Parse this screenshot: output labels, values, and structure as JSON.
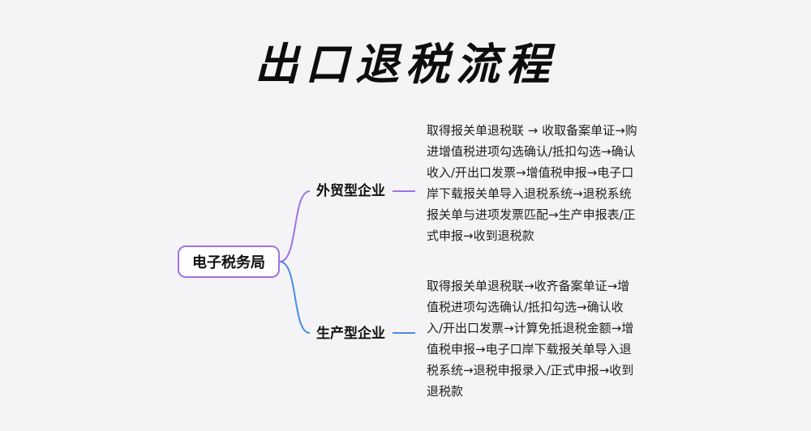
{
  "title": "出口退税流程",
  "root": {
    "label": "电子税务局"
  },
  "branches": [
    {
      "label": "外贸型企业",
      "color": "#9f72e6",
      "detail": "取得报关单退税联 → 收取备案单证→购进增值税进项勾选确认/抵扣勾选→确认收入/开出口发票→增值税申报→电子口岸下载报关单导入退税系统→退税系统报关单与进项发票匹配→生产申报表/正式申报→收到退税款"
    },
    {
      "label": "生产型企业",
      "color": "#4a8be8",
      "detail": "取得报关单退税联→收齐备案单证→增值税进项勾选确认/抵扣勾选→确认收入/开出口发票→计算免抵退税金额→增值税申报→电子口岸下载报关单导入退税系统→退税申报录入/正式申报→收到退税款"
    }
  ]
}
